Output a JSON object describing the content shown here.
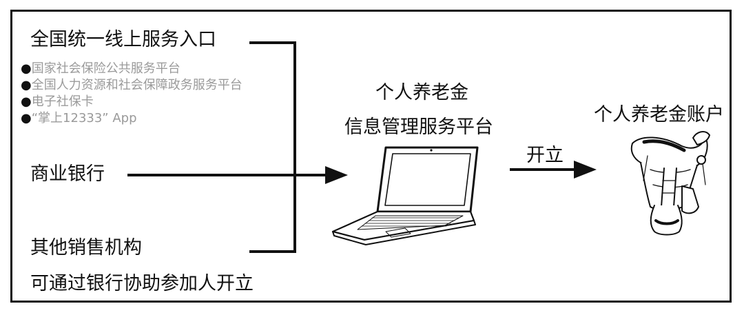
{
  "left": {
    "entry_title": "全国统一线上服务入口",
    "entry_items": [
      "国家社会保险公共服务平台",
      "全国人力资源和社会保障政务服务平台",
      "电子社保卡",
      "“掌上12333” App"
    ],
    "bank": "商业银行",
    "other": "其他销售机构",
    "other_note": "可通过银行协助参加人开立"
  },
  "center": {
    "line1": "个人养老金",
    "line2": "信息管理服务平台"
  },
  "arrow_label": "开立",
  "right": {
    "title": "个人养老金账户"
  },
  "colors": {
    "line": "#111111",
    "muted_text": "#9a9a9a"
  },
  "icons": [
    "bullet-dot-icon",
    "laptop-icon",
    "saddle-icon",
    "arrow-right-icon"
  ]
}
